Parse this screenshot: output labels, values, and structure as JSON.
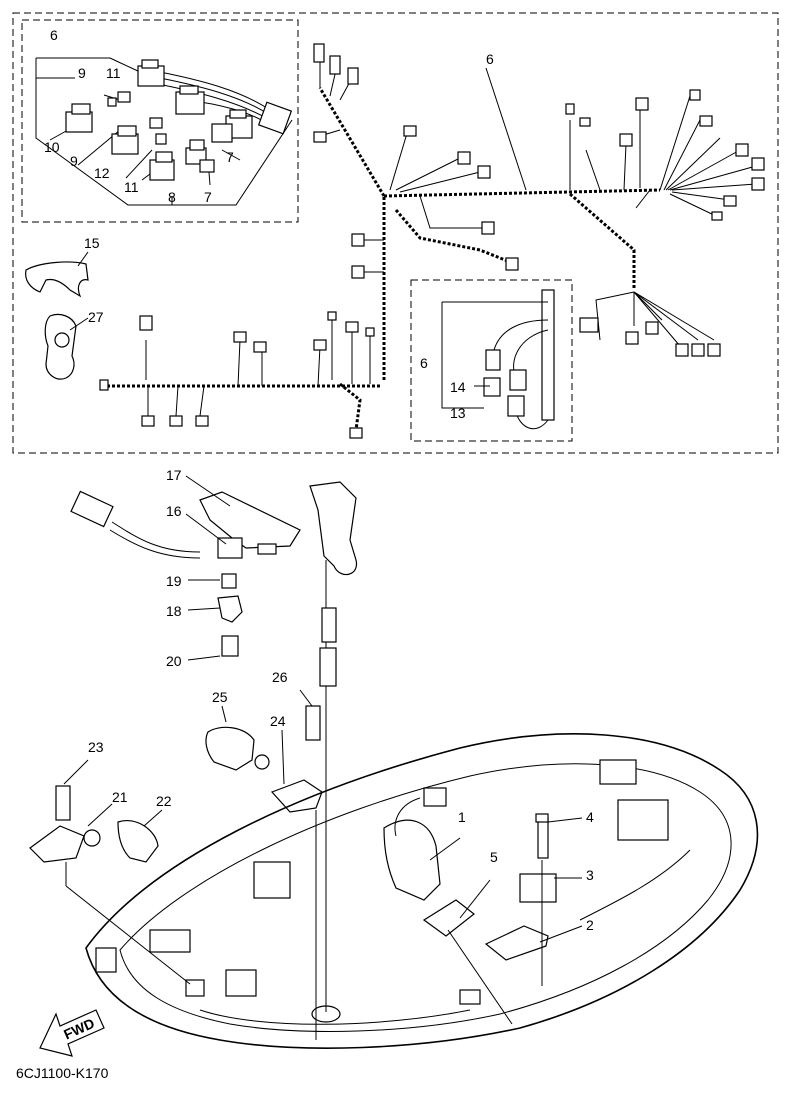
{
  "diagram_code": "6CJ1100-K170",
  "direction_arrow_label": "FWD",
  "callouts": {
    "c1": "1",
    "c2": "2",
    "c3": "3",
    "c4": "4",
    "c5": "5",
    "c6_top": "6",
    "c6_main": "6",
    "c6_inset": "6",
    "c7a": "7",
    "c7b": "7",
    "c8": "8",
    "c9a": "9",
    "c9b": "9",
    "c10": "10",
    "c11a": "11",
    "c11b": "11",
    "c12": "12",
    "c13": "13",
    "c14": "14",
    "c15": "15",
    "c16": "16",
    "c17": "17",
    "c18": "18",
    "c19": "19",
    "c20": "20",
    "c21": "21",
    "c22": "22",
    "c23": "23",
    "c24": "24",
    "c25": "25",
    "c26": "26",
    "c27": "27"
  }
}
